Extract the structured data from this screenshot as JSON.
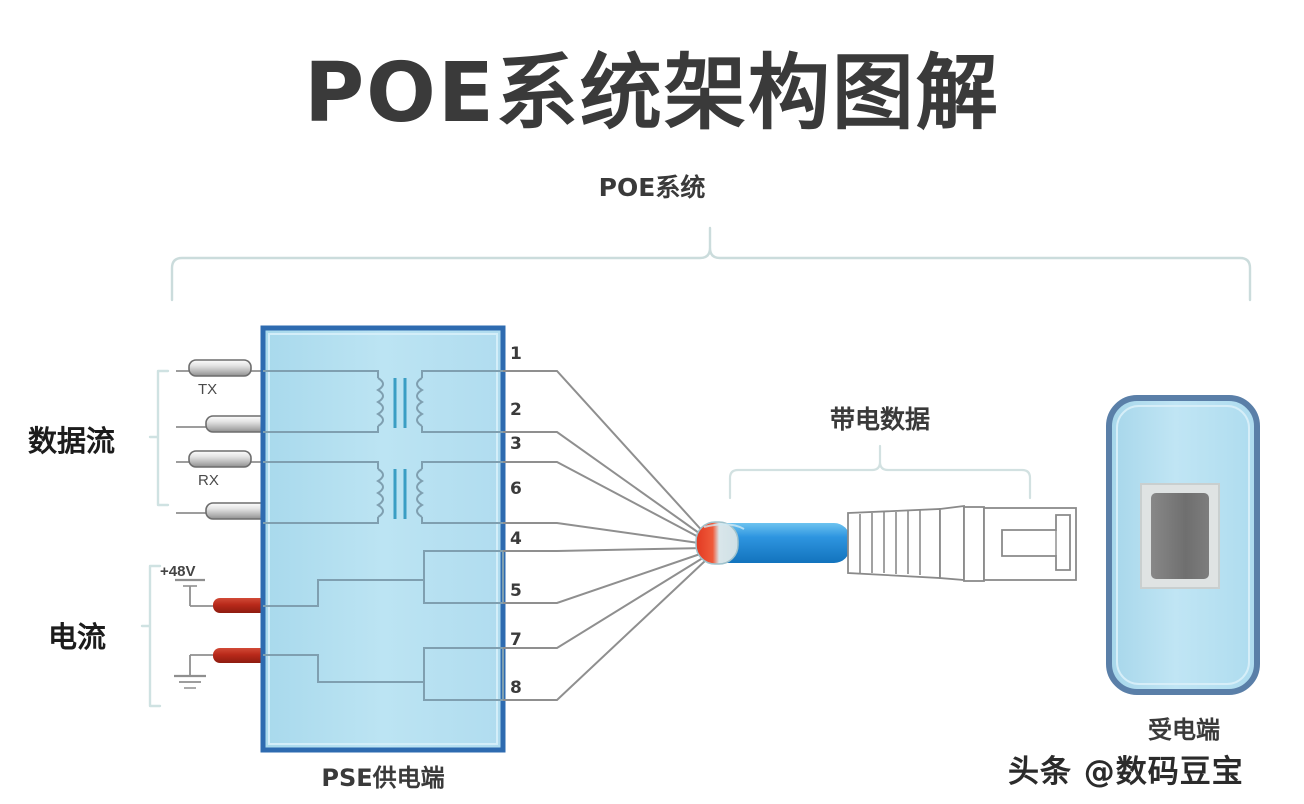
{
  "title": "POE系统架构图解",
  "system_label": "POE系统",
  "labels": {
    "data_flow": "数据流",
    "current": "电流",
    "tx": "TX",
    "rx": "RX",
    "voltage": "+48V",
    "pse": "PSE供电端",
    "pd": "受电端",
    "powered_data": "带电数据"
  },
  "pins": [
    "1",
    "2",
    "3",
    "6",
    "4",
    "5",
    "7",
    "8"
  ],
  "watermark": "头条 @数码豆宝",
  "colors": {
    "box_fill": "#b6e0f0",
    "box_border": "#2e6bb0",
    "wire": "#8a8a8a",
    "power_red": "#b8291a",
    "cable_blue": "#2e95e0",
    "brace": "#cfe0e0",
    "title_gray": "#3a3a3a",
    "pd_port": "#7b7b7b"
  }
}
